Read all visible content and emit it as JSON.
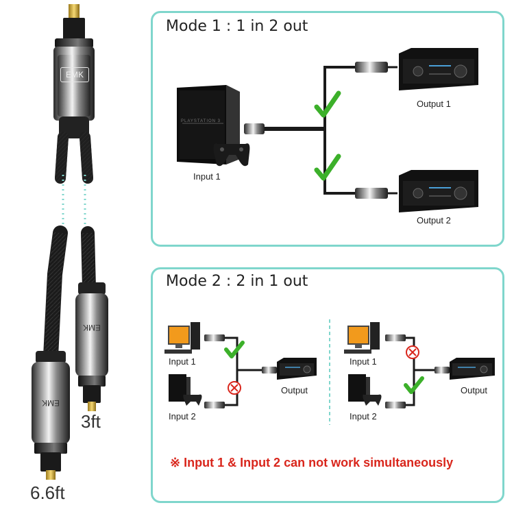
{
  "brand": "EMK",
  "cable": {
    "short_length": "3ft",
    "long_length": "6.6ft"
  },
  "mode1": {
    "title": "Mode 1 : 1 in 2 out",
    "input_label": "Input 1",
    "output1_label": "Output 1",
    "output2_label": "Output 2",
    "console_text": "PLAYSTATION 3"
  },
  "mode2": {
    "title": "Mode 2 : 2 in 1 out",
    "left": {
      "input1_label": "Input 1",
      "input2_label": "Input 2",
      "output_label": "Output"
    },
    "right": {
      "input1_label": "Input 1",
      "input2_label": "Input 2",
      "output_label": "Output"
    },
    "note": "※ Input 1 & Input 2 can not work simultaneously"
  },
  "colors": {
    "panel_border": "#7fd6cc",
    "check_green": "#3cb02a",
    "cross_red": "#d9261c",
    "note_red": "#d9261c"
  },
  "icons": [
    "check-icon",
    "cross-icon",
    "amplifier-icon",
    "game-console-icon",
    "desktop-computer-icon",
    "optical-connector-icon"
  ]
}
